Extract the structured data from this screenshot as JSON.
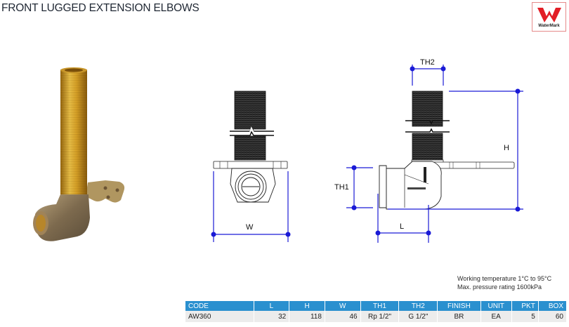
{
  "document": {
    "title": "FRONT LUGGED EXTENSION ELBOWS",
    "logo": {
      "name": "WaterMark",
      "label": "WaterMark",
      "color": "#e21e26"
    }
  },
  "drawing": {
    "front_view": {
      "dimension_labels": {
        "width": "W"
      }
    },
    "side_view": {
      "dimension_labels": {
        "thread_top": "TH2",
        "height": "H",
        "thread_inlet": "TH1",
        "length": "L"
      }
    },
    "accent_color": "#1a1ad6"
  },
  "specs": {
    "working_temperature": "Working temperature 1°C to 95°C",
    "max_pressure": "Max. pressure rating 1600kPa"
  },
  "table": {
    "header_color": "#2a90cf",
    "columns": [
      "CODE",
      "L",
      "H",
      "W",
      "TH1",
      "TH2",
      "FINISH",
      "UNIT",
      "PKT",
      "BOX"
    ],
    "rows": [
      {
        "code": "AW360",
        "l": "32",
        "h": "118",
        "w": "46",
        "th1": "Rp 1/2\"",
        "th2": "G 1/2\"",
        "finish": "BR",
        "unit": "EA",
        "pkt": "5",
        "box": "60"
      }
    ]
  }
}
